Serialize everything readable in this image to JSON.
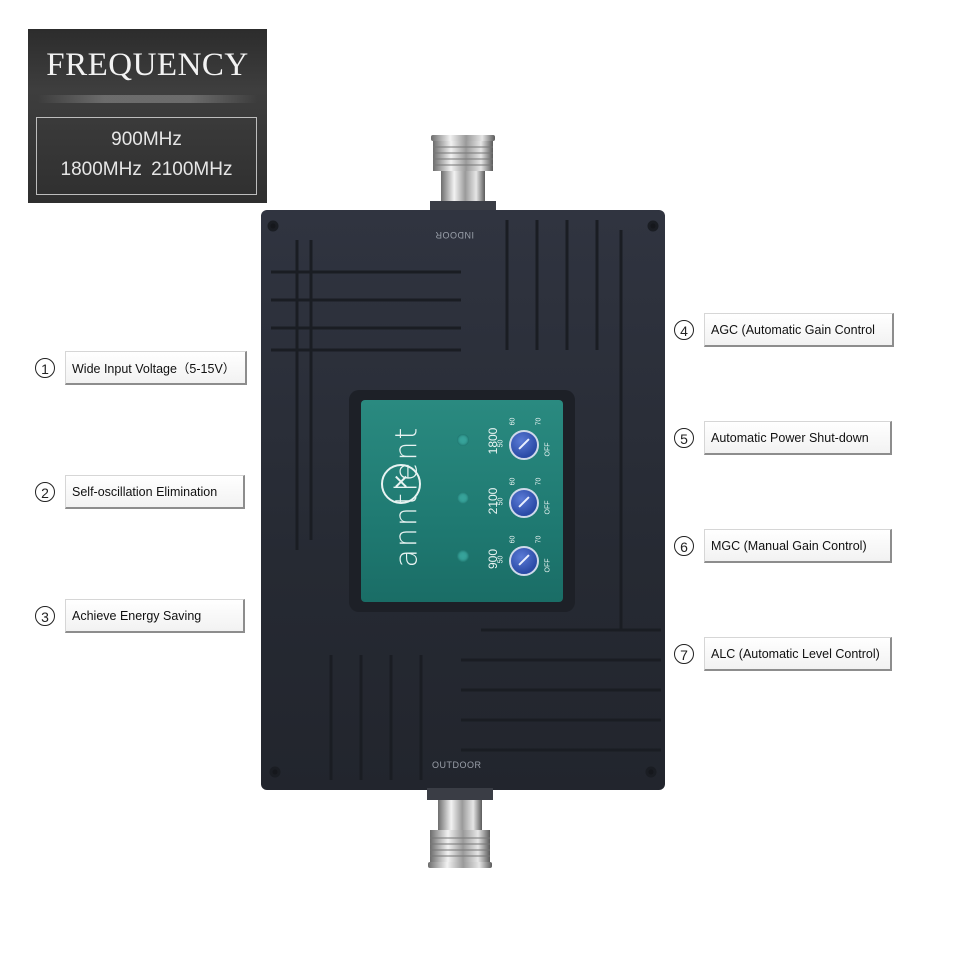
{
  "frequency": {
    "title": "FREQUENCY",
    "line1": "900MHz",
    "line2": "1800MHz  2100MHz"
  },
  "device": {
    "port_top": "INDOOR",
    "port_bottom": "OUTDOOR",
    "brand": "anntlent",
    "bands": [
      "1800",
      "2100",
      "900"
    ],
    "scale_low": "50",
    "scale_mid": "60",
    "scale_high": "70",
    "scale_off": "OFF"
  },
  "features_left": [
    {
      "num": "1",
      "label": "Wide Input Voltage（5-15V）"
    },
    {
      "num": "2",
      "label": "Self-oscillation Elimination"
    },
    {
      "num": "3",
      "label": "Achieve Energy Saving"
    }
  ],
  "features_right": [
    {
      "num": "4",
      "label": "AGC (Automatic Gain Control"
    },
    {
      "num": "5",
      "label": "Automatic Power Shut-down"
    },
    {
      "num": "6",
      "label": "MGC (Manual Gain Control)"
    },
    {
      "num": "7",
      "label": "ALC (Automatic Level Control)"
    }
  ],
  "colors": {
    "body": "#262a33",
    "panel": "#1f7a72",
    "knob": "#2a4aa6"
  }
}
